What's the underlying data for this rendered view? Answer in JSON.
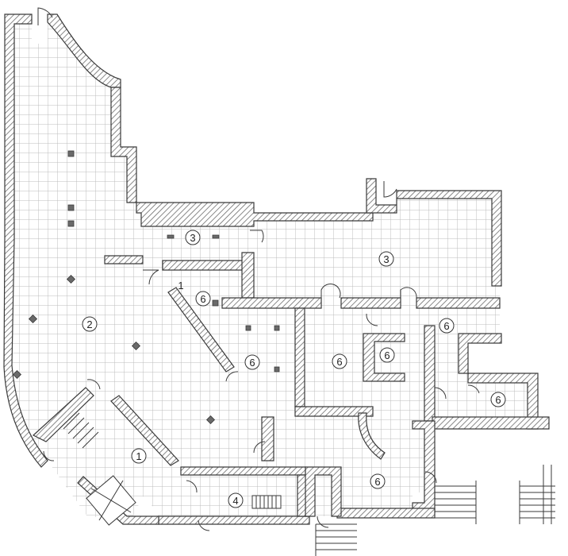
{
  "colors": {
    "wall": "#3a3a3a",
    "wall_hatch": "#8a8a8a",
    "grid_line": "#bcbcbc",
    "floor": "#ffffff",
    "column": "#6a6a6a",
    "text": "#222222"
  },
  "labels": [
    {
      "id": "room-2",
      "text": "2",
      "circled": true
    },
    {
      "id": "room-3-small",
      "text": "3",
      "circled": true
    },
    {
      "id": "room-3-large",
      "text": "3",
      "circled": true
    },
    {
      "id": "room-1-vestibule",
      "text": "1",
      "circled": false
    },
    {
      "id": "room-6-a",
      "text": "6",
      "circled": true
    },
    {
      "id": "room-6-b",
      "text": "6",
      "circled": true
    },
    {
      "id": "room-6-c",
      "text": "6",
      "circled": true
    },
    {
      "id": "room-6-d",
      "text": "6",
      "circled": true
    },
    {
      "id": "room-6-e",
      "text": "6",
      "circled": true
    },
    {
      "id": "room-6-f",
      "text": "6",
      "circled": true
    },
    {
      "id": "room-6-g",
      "text": "6",
      "circled": true
    },
    {
      "id": "room-1-stair",
      "text": "1",
      "circled": true
    },
    {
      "id": "room-4",
      "text": "4",
      "circled": true
    }
  ]
}
